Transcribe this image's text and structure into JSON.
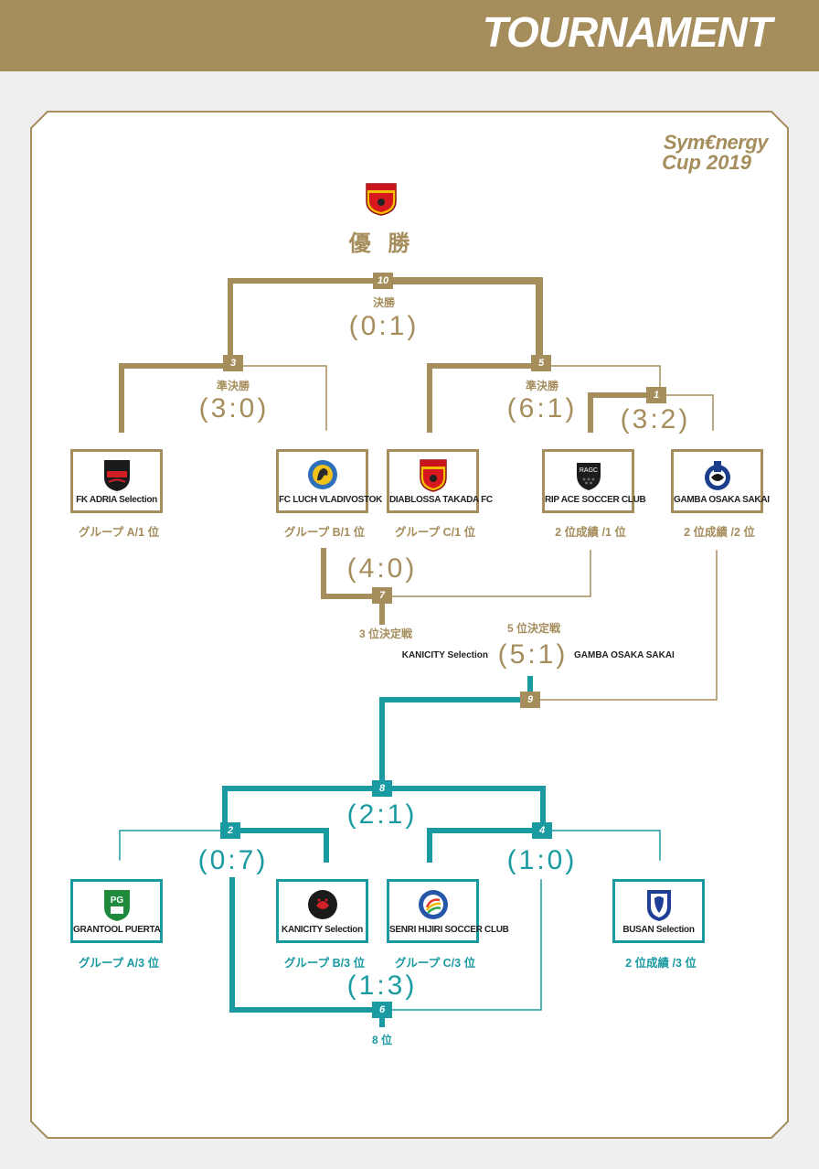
{
  "header": {
    "title": "TOURNAMENT"
  },
  "brand": {
    "line1": "Sym€nergy",
    "line2": "Cup 2019"
  },
  "champion": {
    "label": "優 勝"
  },
  "colors": {
    "gold": "#a58d5c",
    "teal": "#1a9aa1",
    "background": "#efefef"
  },
  "upper_teams": [
    {
      "name": "FK ADRIA Selection",
      "caption": "グループ A/1 位",
      "crest": "fk-adria-crest"
    },
    {
      "name": "FC LUCH VLADIVOSTOK",
      "caption": "グループ B/1 位",
      "crest": "fc-luch-crest"
    },
    {
      "name": "DIABLOSSA TAKADA FC",
      "caption": "グループ C/1 位",
      "crest": "diablossa-crest"
    },
    {
      "name": "RIP ACE SOCCER CLUB",
      "caption": "2 位成績 /1 位",
      "crest": "rip-ace-crest"
    },
    {
      "name": "GAMBA OSAKA SAKAI",
      "caption": "2 位成績 /2 位",
      "crest": "gamba-crest"
    }
  ],
  "lower_teams": [
    {
      "name": "GRANTOOL PUERTA",
      "caption": "グループ A/3 位",
      "crest": "grantool-crest"
    },
    {
      "name": "KANICITY Selection",
      "caption": "グループ B/3 位",
      "crest": "kanicity-crest"
    },
    {
      "name": "SENRI HIJIRI SOCCER CLUB",
      "caption": "グループ C/3 位",
      "crest": "senri-crest"
    },
    {
      "name": "BUSAN Selection",
      "caption": "2 位成績 /3 位",
      "crest": "busan-crest"
    }
  ],
  "matches": {
    "m10": {
      "num": "10",
      "label": "決勝",
      "score": "(0:1)"
    },
    "m3": {
      "num": "3",
      "label": "準決勝",
      "score": "(3:0)"
    },
    "m5": {
      "num": "5",
      "label": "準決勝",
      "score": "(6:1)"
    },
    "m1": {
      "num": "1",
      "score": "(3:2)"
    },
    "m7": {
      "num": "7",
      "label": "3 位決定戦",
      "score": "(4:0)"
    },
    "m9": {
      "num": "9",
      "label": "5 位決定戦",
      "score": "(5:1)",
      "left_team": "KANICITY Selection",
      "right_team": "GAMBA OSAKA SAKAI"
    },
    "m8": {
      "num": "8",
      "score": "(2:1)"
    },
    "m2": {
      "num": "2",
      "score": "(0:7)"
    },
    "m4": {
      "num": "4",
      "score": "(1:0)"
    },
    "m6": {
      "num": "6",
      "label": "8 位",
      "score": "(1:3)"
    }
  }
}
